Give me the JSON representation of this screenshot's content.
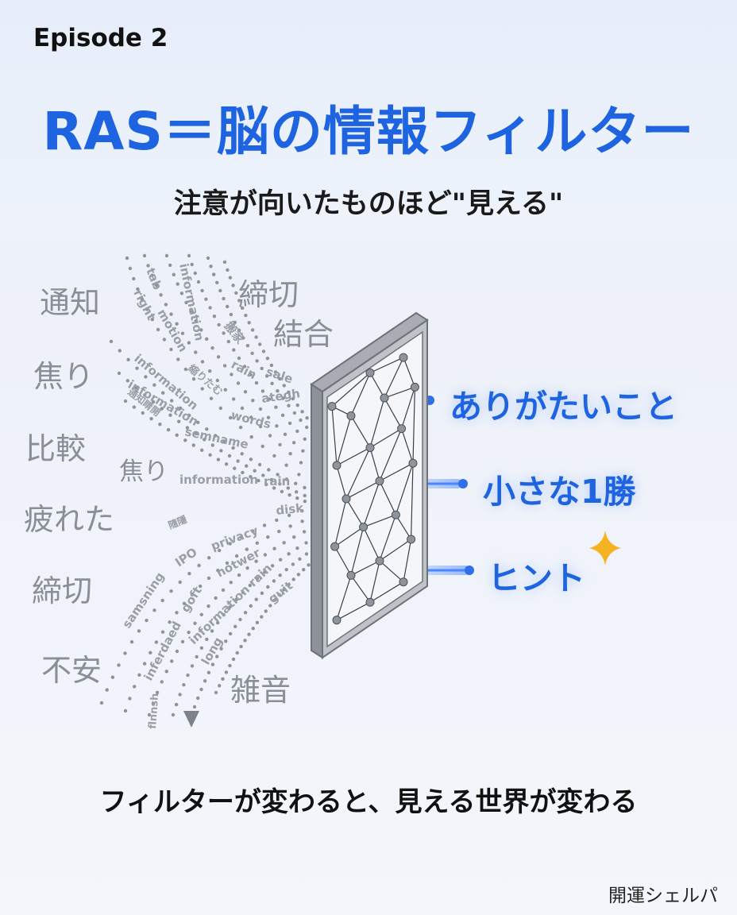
{
  "episode": "Episode 2",
  "title": "RAS＝脳の情報フィルター",
  "subtitle": "注意が向いたものほど\"見える\"",
  "emotion_words": [
    "通知",
    "焦り",
    "比較",
    "疲れた",
    "締切",
    "不安",
    "締切",
    "結合",
    "焦り",
    "雑音"
  ],
  "stream_words": [
    "information",
    "tab",
    "right",
    "motion",
    "information",
    "搬家",
    "rain",
    "sale",
    "information",
    "通知睛開",
    "縮りたむ",
    "ategh",
    "words",
    "semname",
    "information",
    "rain",
    "disk",
    "隨隱",
    "privacy",
    "IPO",
    "notwer",
    "samsning",
    "goft",
    "information rain",
    "guit",
    "inferdaed",
    "long",
    "flnnsh"
  ],
  "outputs": [
    "ありがたいこと",
    "小さな1勝",
    "ヒント"
  ],
  "bottom_text": "フィルターが変わると、見える世界が変わる",
  "brand": "開運シェルパ",
  "colors": {
    "accent": "#1e63e0",
    "sparkle": "#f5b324",
    "muted": "#8a8f96"
  },
  "icons": [
    "filter-mesh-icon",
    "arrow-down-icon",
    "sparkle-icon"
  ]
}
